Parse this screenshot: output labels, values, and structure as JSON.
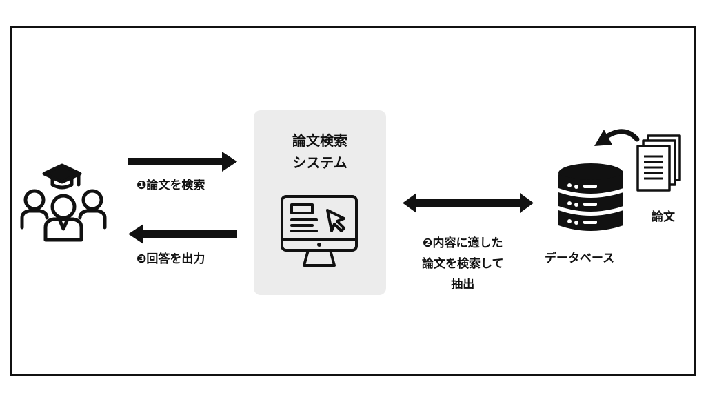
{
  "diagram": {
    "system": {
      "title_line1": "論文検索",
      "title_line2": "システム",
      "icon": "computer-monitor-cursor-icon"
    },
    "users": {
      "icon": "users-group-graduate-icon"
    },
    "database": {
      "label": "データベース",
      "icon": "database-icon"
    },
    "papers": {
      "label": "論文",
      "icon": "documents-stack-icon"
    },
    "steps": {
      "step1": "❶論文を検索",
      "step2_line1": "❷内容に適した",
      "step2_line2": "論文を検索して",
      "step2_line3": "抽出",
      "step3": "❸回答を出力"
    }
  }
}
